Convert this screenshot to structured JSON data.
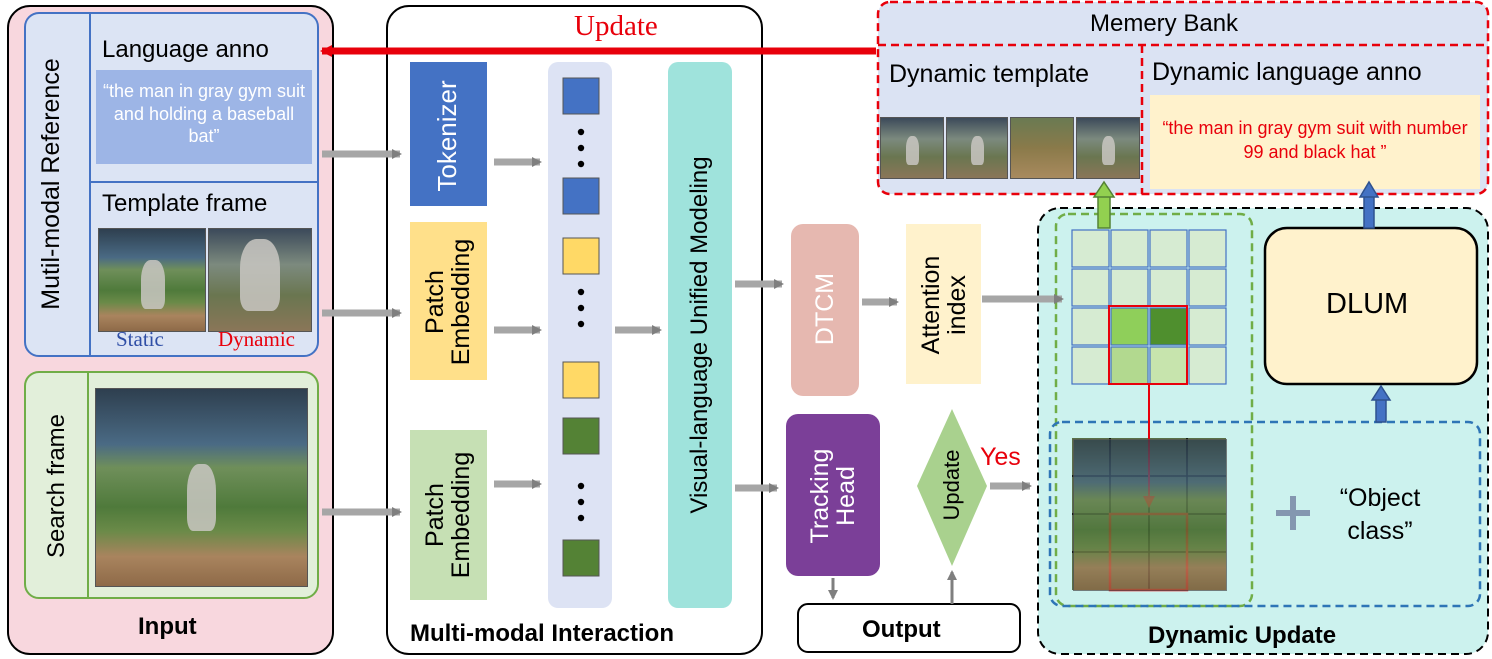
{
  "colors": {
    "input_bg": "#f8d7de",
    "ref_border": "#4472c4",
    "search_border": "#70ad47",
    "tokenizer": "#4472c4",
    "patch_yellow": "#ffe08a",
    "patch_green": "#c6e0b4",
    "token_column": "#dde3f4",
    "vlum": "#9fe3dc",
    "dtcm": "#e6b8b0",
    "attention": "#fff2cc",
    "tracking_head": "#7b3f98",
    "update_diamond": "#a9d18e",
    "dynamic_bg": "#ccf2ee",
    "dlum": "#fff2cc",
    "memory_bg": "#dbe3f3",
    "red_accent": "#e8000b",
    "arrow_gray": "#a6a6a6"
  },
  "top_arrow_label": "Update",
  "input": {
    "title": "Input",
    "reference_label": "Mutil-modal Reference",
    "language_anno_title": "Language anno",
    "language_anno_text": "“the man in gray gym suit and holding a baseball bat”",
    "template_title": "Template frame",
    "static_label": "Static",
    "dynamic_label": "Dynamic",
    "search_label": "Search frame"
  },
  "interaction": {
    "title": "Multi-modal Interaction",
    "tokenizer": "Tokenizer",
    "patch_embedding_1": "Patch Embedding",
    "patch_embedding_2": "Patch Embedding",
    "vlum": "Visual-language Unified Modeling",
    "token_colors": [
      "#4472c4",
      "#4472c4",
      "#ffd966",
      "#ffd966",
      "#548235",
      "#548235"
    ]
  },
  "middle": {
    "dtcm": "DTCM",
    "attention_index": "Attention index",
    "tracking_head": "Tracking Head",
    "update": "Update",
    "yes": "Yes",
    "output": "Output"
  },
  "memory_bank": {
    "title": "Memery Bank",
    "dynamic_template": "Dynamic template",
    "dynamic_language_anno": "Dynamic language anno",
    "dynamic_language_text": "“the man in gray gym suit with number 99 and black hat ”"
  },
  "dynamic_update": {
    "title": "Dynamic Update",
    "dlum": "DLUM",
    "plus": "+",
    "object_class": "“Object class”",
    "attention_grid": [
      [
        "#d6ebd2",
        "#d6ebd2",
        "#d6ebd2",
        "#d6ebd2"
      ],
      [
        "#d6ebd2",
        "#d6ebd2",
        "#d6ebd2",
        "#d6ebd2"
      ],
      [
        "#d6ebd2",
        "#8fcf5a",
        "#4f8f2e",
        "#d6ebd2"
      ],
      [
        "#d6ebd2",
        "#b2d98f",
        "#c7e4ad",
        "#d6ebd2"
      ]
    ]
  }
}
